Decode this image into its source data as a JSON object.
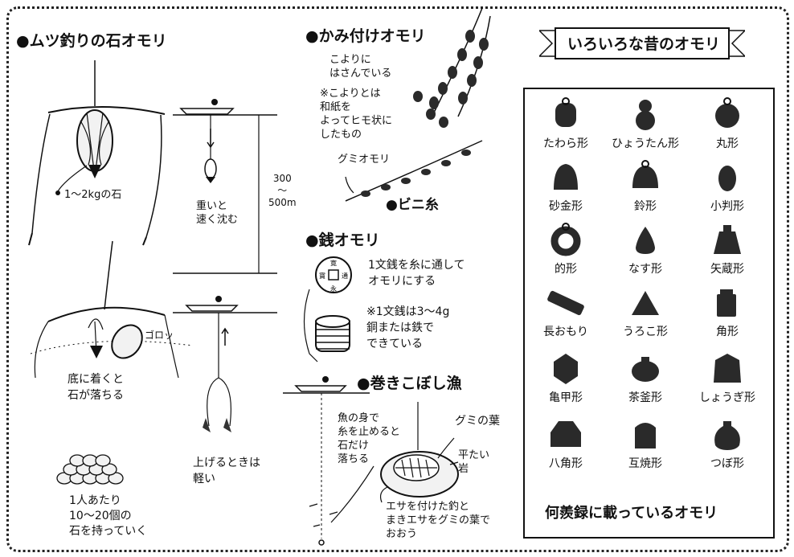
{
  "sections": {
    "mutsu": {
      "title": "●ムツ釣りの石オモリ",
      "stone_note": "1〜2kgの石",
      "sink_note": "重いと\n速く沈む",
      "depth_label": "300\n〜\n500m",
      "gorori": "ゴロッ",
      "bottom_note": "底に着くと\n石が落ちる",
      "lift_note": "上げるときは\n軽い",
      "carry_note": "1人あたり\n10〜20個の\n石を持っていく"
    },
    "kamitsuke": {
      "title": "●かみ付けオモリ",
      "koyori_note": "こよりに\nはさんでいる",
      "koyori_def": "※こよりとは\n和紙を\nよってヒモ状に\nしたもの",
      "gumi_label": "グミオモリ",
      "biniito": "●ビニ糸"
    },
    "zeni": {
      "title": "●銭オモリ",
      "note1": "1文銭を糸に通して\nオモリにする",
      "note2": "※1文銭は3〜4g\n銅または鉄で\nできている"
    },
    "makikoboshi": {
      "title": "●巻きこぼし漁",
      "note1": "魚の身で\n糸を止めると\n石だけ\n落ちる",
      "gumi_leaf": "グミの葉",
      "flat_stone": "平たい\n岩",
      "bait_note": "エサを付けた釣と\nまきエサをグミの葉で\nおおう"
    }
  },
  "old_weights": {
    "title": "いろいろな昔のオモリ",
    "footer": "何羨録に載っているオモリ",
    "items": [
      {
        "name": "たわら形",
        "shape": "tawara"
      },
      {
        "name": "ひょうたん形",
        "shape": "hyoutan"
      },
      {
        "name": "丸形",
        "shape": "maru"
      },
      {
        "name": "砂金形",
        "shape": "sakin"
      },
      {
        "name": "鈴形",
        "shape": "suzu"
      },
      {
        "name": "小判形",
        "shape": "koban"
      },
      {
        "name": "的形",
        "shape": "mato"
      },
      {
        "name": "なす形",
        "shape": "nasu"
      },
      {
        "name": "矢蔵形",
        "shape": "yagura"
      },
      {
        "name": "長おもり",
        "shape": "naga"
      },
      {
        "name": "うろこ形",
        "shape": "uroko"
      },
      {
        "name": "角形",
        "shape": "kaku"
      },
      {
        "name": "亀甲形",
        "shape": "kikkou"
      },
      {
        "name": "茶釜形",
        "shape": "chagama"
      },
      {
        "name": "しょうぎ形",
        "shape": "shougi"
      },
      {
        "name": "八角形",
        "shape": "hakkaku"
      },
      {
        "name": "互焼形",
        "shape": "kawarayaki"
      },
      {
        "name": "つぼ形",
        "shape": "tsubo"
      }
    ]
  },
  "colors": {
    "ink": "#111111",
    "weight_fill": "#2a2a2a",
    "stone_fill": "#f2f2f2"
  }
}
